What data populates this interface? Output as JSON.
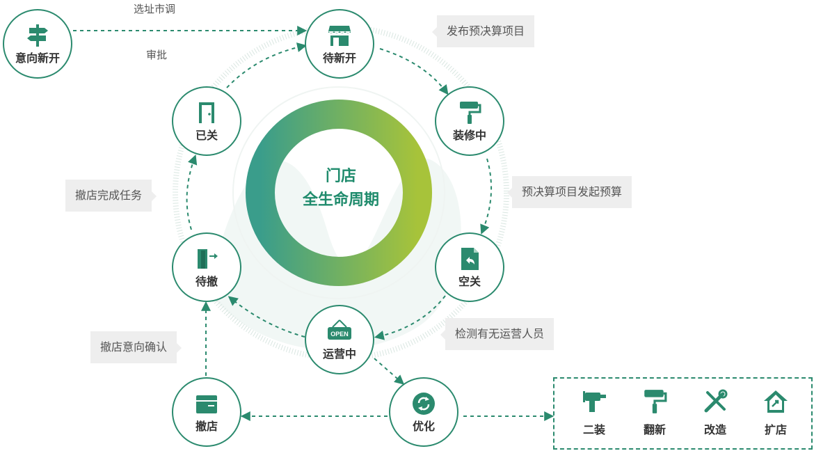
{
  "center": {
    "line1": "门店",
    "line2": "全生命周期"
  },
  "nodes": {
    "intent_open": "意向新开",
    "pending_open": "待新开",
    "decorating": "装修中",
    "vacant": "空关",
    "operating": "运营中",
    "pending_close": "待撤",
    "closed": "已关",
    "withdraw": "撤店",
    "optimize": "优化"
  },
  "edge_labels": {
    "site_selection": "选址市调",
    "approval": "审批"
  },
  "notes": {
    "publish_budget": "发布预决算项目",
    "budget_initiate": "预决算项目发起预算",
    "detect_staff": "检测有无运营人员",
    "close_task": "撤店完成任务",
    "confirm_withdraw": "撤店意向确认"
  },
  "optimize_options": [
    "二装",
    "翻新",
    "改造",
    "扩店"
  ],
  "icons": {
    "intent_open": "signpost-icon",
    "pending_open": "storefront-icon",
    "decorating": "paint-roller-icon",
    "vacant": "document-return-icon",
    "operating": "open-sign-icon",
    "pending_close": "exit-door-icon",
    "closed": "door-icon",
    "withdraw": "box-icon",
    "optimize": "refresh-icon",
    "second_decor": "drill-icon",
    "renovate": "paint-roller-icon",
    "remodel": "tools-icon",
    "expand": "house-icon"
  },
  "colors": {
    "primary": "#2b8a6e",
    "ring_start": "#3a9d8b",
    "ring_end": "#a7c33a",
    "note_bg": "#eeeeee"
  }
}
